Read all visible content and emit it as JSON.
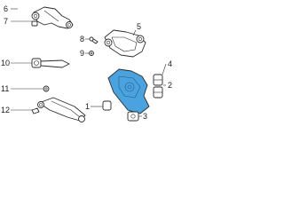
{
  "callouts": {
    "n1": "1",
    "n2": "2",
    "n3": "3",
    "n4": "4",
    "n5": "5",
    "n6": "6",
    "n7": "7",
    "n8": "8",
    "n9": "9",
    "n10": "10",
    "n11": "11",
    "n12": "12"
  },
  "colors": {
    "highlight": "#4aa3df",
    "line": "#2b2b2b",
    "background": "#ffffff"
  }
}
